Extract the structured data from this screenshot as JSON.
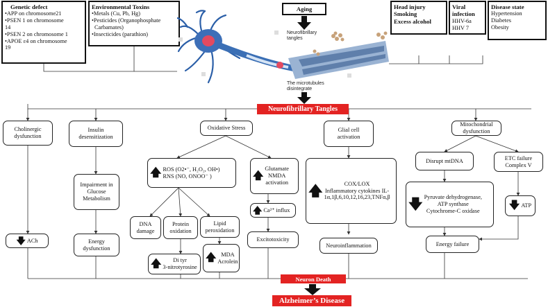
{
  "top": {
    "genetic": {
      "title": "Genetic defect",
      "lines": [
        "•APP on chromosome21",
        "•PSEN 1 on chromosome",
        "14",
        "•PSEN 2 on chromosome 1",
        "•APOE ε4 on chromosome",
        "19"
      ]
    },
    "environmental": {
      "title": "Environmental Toxins",
      "lines": [
        "•Metals (Cu, Pb, Hg)",
        "•Pesticides (Organophosphate",
        "Carbamates)",
        "•Insecticides (parathion)"
      ]
    },
    "aging": "Aging",
    "head_injury": [
      "Head injury",
      "Smoking",
      "Excess alcohol"
    ],
    "viral": {
      "title": "Viral infection",
      "lines": [
        "HHV-6a",
        "HHV 7"
      ]
    },
    "disease": {
      "title": "Disease state",
      "lines": [
        "Hypertension",
        "Diabetes",
        "Obesity"
      ]
    }
  },
  "illustration": {
    "label_tangles": [
      "Neurofibrillary",
      "tangles"
    ],
    "label_microtubules": [
      "The microtubules",
      "disintegrate"
    ]
  },
  "banners": {
    "nft": "Neurofibrillary Tangles",
    "neuron_death": "Neuron Death",
    "ad": "Alzheimer’s Disease"
  },
  "pathways": {
    "cholinergic": [
      "Cholinergic",
      "dysfunction"
    ],
    "ach": "ACh",
    "insulin": [
      "Insulin",
      "desensitization"
    ],
    "impairment": [
      "Impairment in",
      "Glucose",
      "Metabolism"
    ],
    "energy_dys": [
      "Energy",
      "dysfunction"
    ],
    "oxidative": "Oxidative Stress",
    "ros_lines": [
      "ROS (O2•⁻, H₂O₂, OH•)",
      "RNS (NO,  ONOO⁻ )"
    ],
    "glutamate": [
      "Glutamate",
      "NMDA",
      "activation"
    ],
    "ca_influx": "Ca²⁺ influx",
    "excitotoxicity": "Excitotoxicity",
    "dna": [
      "DNA",
      "damage"
    ],
    "protein": [
      "Protein",
      "oxidation"
    ],
    "lipid": [
      "Lipid",
      "peroxidation"
    ],
    "di_tyr": [
      "Di tyr",
      "3-nitrotyrosine"
    ],
    "mda": [
      "MDA",
      "Acrolein"
    ],
    "glial": [
      "Glial cell",
      "activation"
    ],
    "cox_lines": [
      "COX/LOX",
      "Inflammatory cytokines IL-",
      "1α,1β,6,10,12,16,23,TNFα,β"
    ],
    "neuroinflammation": "Neuroinflammation",
    "mito": [
      "Mitochondrial",
      "dysfunction"
    ],
    "disrupt": "Disrupt mtDNA",
    "etc": [
      "ETC failure",
      "Complex V"
    ],
    "pyruvate_lines": [
      "Pyruvate  dehydrogenase,",
      "ATP synthase",
      "Cytochrome-C oxidase"
    ],
    "atp": "ATP",
    "energy_failure": "Energy failure"
  },
  "colors": {
    "banner_red": "#e32322",
    "neuron_blue": "#2b5fa8",
    "stroke": "#333333"
  }
}
